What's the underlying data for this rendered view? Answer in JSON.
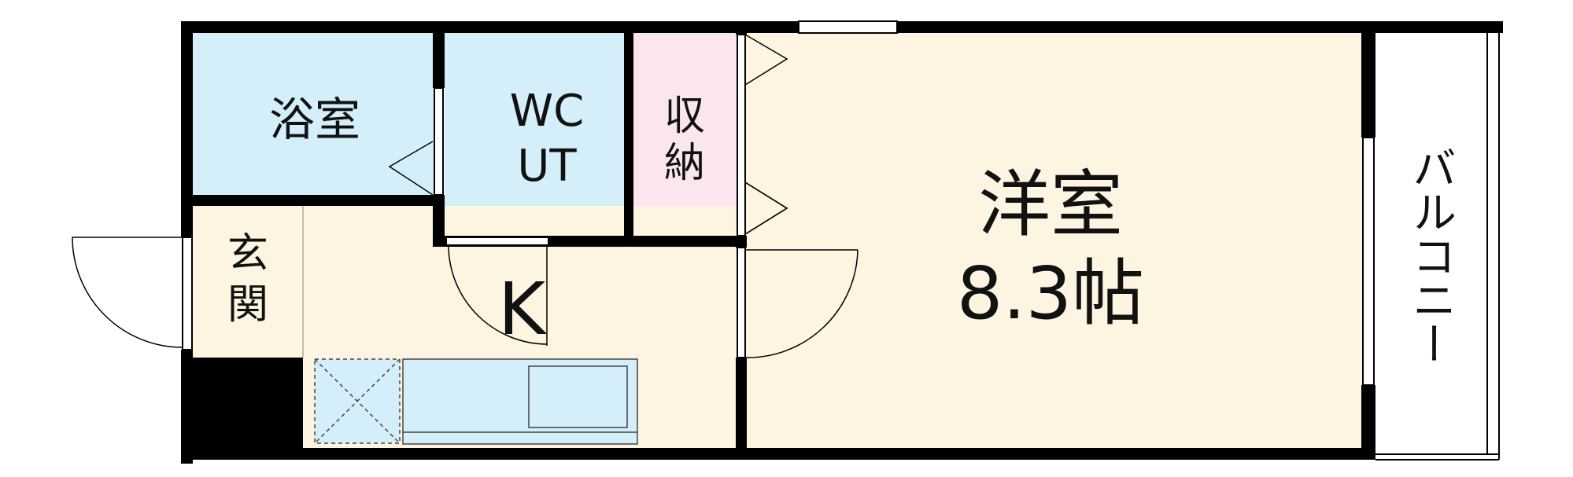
{
  "floorplan": {
    "rooms": {
      "bath": {
        "label": "浴室",
        "color": "#d5effa"
      },
      "wc_ut": {
        "label_line1": "WC",
        "label_line2": "UT",
        "color": "#d5effa"
      },
      "storage": {
        "label_line1": "収",
        "label_line2": "納",
        "color": "#fbe6ee"
      },
      "western_room": {
        "label_line1": "洋室",
        "label_line2": "8.3帖",
        "color": "#fdf4e1"
      },
      "balcony": {
        "label": "バルコニー",
        "color": "#ffffff"
      },
      "entrance": {
        "label_line1": "玄",
        "label_line2": "関",
        "color": "#fdf4e1"
      },
      "kitchen": {
        "label": "K",
        "color": "#fdf4e1"
      }
    },
    "colors": {
      "wall": "#000000",
      "sink_unit": "#d5effa"
    }
  }
}
